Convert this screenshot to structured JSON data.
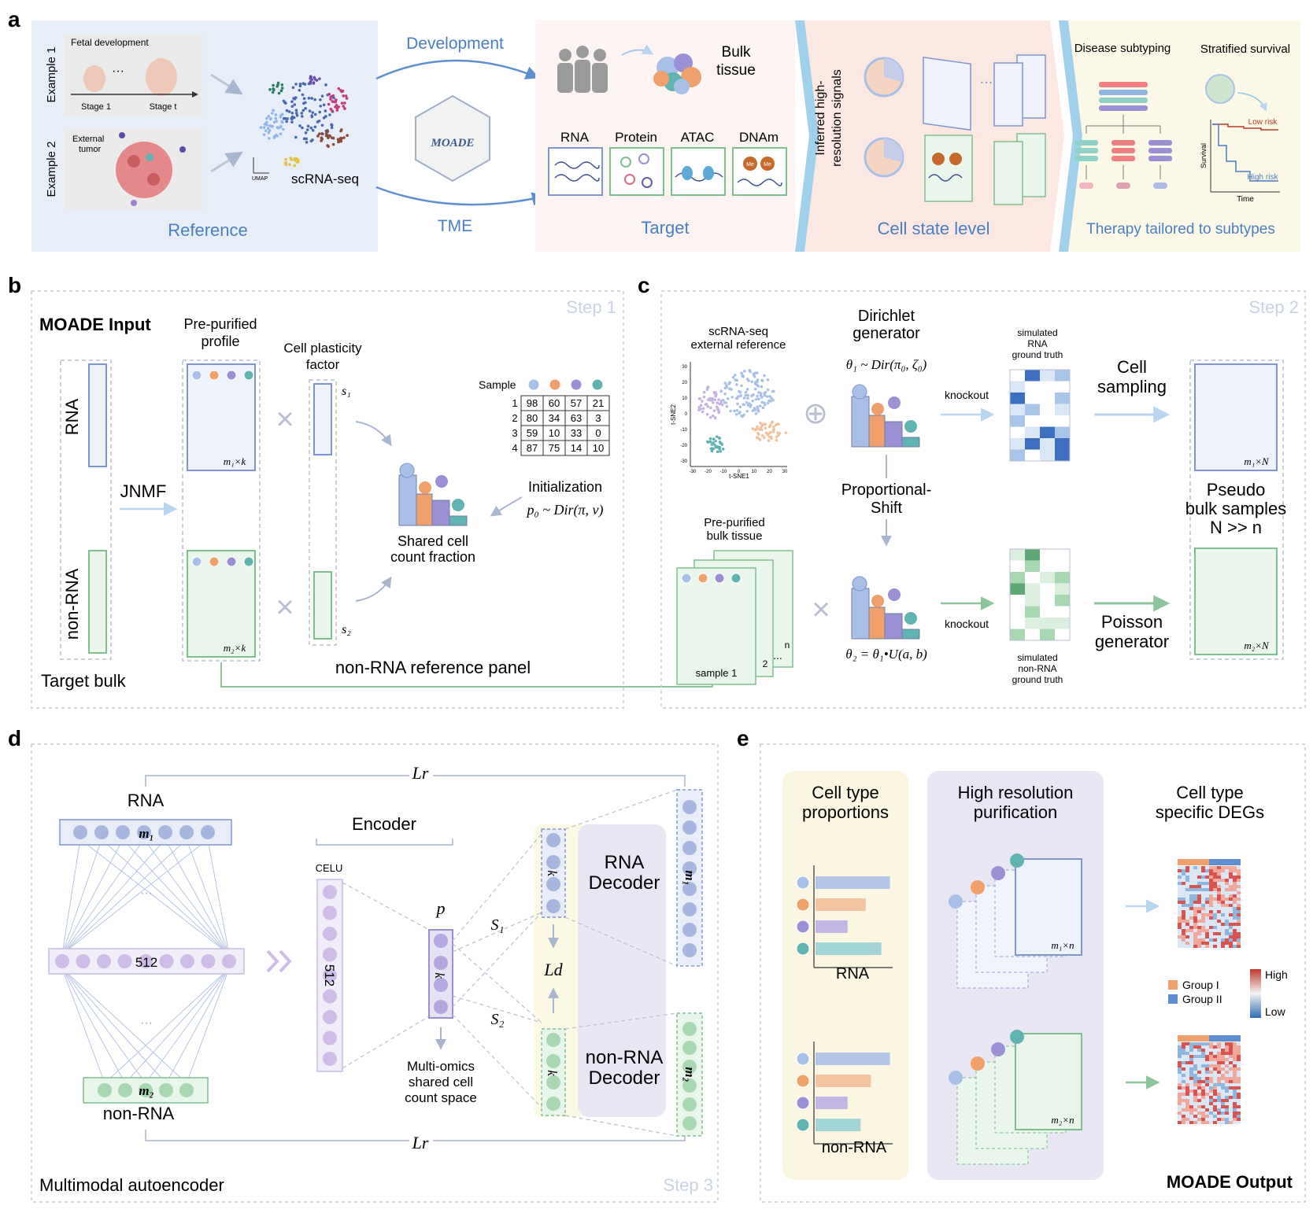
{
  "panels": {
    "a": {
      "letter": "a",
      "reference": {
        "example1": "Example 1",
        "example2": "Example 2",
        "fetal": "Fetal development",
        "dots": "···",
        "stage1": "Stage 1",
        "staget": "Stage t",
        "tumor_l1": "External",
        "tumor_l2": "tumor",
        "umap": "UMAP",
        "scrna": "scRNA-seq",
        "label": "Reference"
      },
      "development": "Development",
      "tme": "TME",
      "moade_logo": "MOADE",
      "target": {
        "bulk_l1": "Bulk",
        "bulk_l2": "tissue",
        "omics": [
          "RNA",
          "Protein",
          "ATAC",
          "DNAm"
        ],
        "label": "Target"
      },
      "cellstate": {
        "inferred_l1": "Inferred high-",
        "inferred_l2": "resolution signals",
        "label": "Cell state level",
        "me": "Me"
      },
      "therapy": {
        "subtyping": "Disease subtyping",
        "survival": "Stratified survival",
        "low_risk": "Low risk",
        "high_risk": "High risk",
        "ylab": "Survival",
        "xlab": "Time",
        "label": "Therapy tailored to subtypes"
      }
    },
    "b": {
      "letter": "b",
      "step": "Step 1",
      "input_title": "MOADE Input",
      "prepurified_l1": "Pre-purified",
      "prepurified_l2": "profile",
      "plasticity_l1": "Cell plasticity",
      "plasticity_l2": "factor",
      "rna": "RNA",
      "non_rna": "non-RNA",
      "jnmf": "JNMF",
      "m1k": "m₁×k",
      "m2k": "m₂×k",
      "s1": "s₁",
      "s2": "s₂",
      "times": "×",
      "sample_header": "Sample",
      "sample_table": [
        [
          "1",
          "98",
          "60",
          "57",
          "21"
        ],
        [
          "2",
          "80",
          "34",
          "63",
          "3"
        ],
        [
          "3",
          "59",
          "10",
          "33",
          "0"
        ],
        [
          "4",
          "87",
          "75",
          "14",
          "10"
        ]
      ],
      "initialization": "Initialization",
      "init_formula": "p₀ ~ Dir(π, v)",
      "shared_l1": "Shared cell",
      "shared_l2": "count fraction",
      "target_bulk": "Target bulk",
      "panel_label": "non-RNA reference panel"
    },
    "c": {
      "letter": "c",
      "step": "Step 2",
      "scrna_l1": "scRNA-seq",
      "scrna_l2": "external reference",
      "tsne1": "t-SNE1",
      "tsne2": "t-SNE2",
      "dirichlet_l1": "Dirichlet",
      "dirichlet_l2": "generator",
      "theta1": "θ₁ ~ Dir(π₀, ζ₀)",
      "oplus": "⊕",
      "knockout": "knockout",
      "sim_rna_l1": "simulated",
      "sim_rna_l2": "RNA",
      "sim_rna_l3": "ground truth",
      "cell_l1": "Cell",
      "cell_l2": "sampling",
      "m1n": "m₁×N",
      "m2n": "m₂×N",
      "pseudo_l1": "Pseudo",
      "pseudo_l2": "bulk samples",
      "pseudo_l3": "N >> n",
      "shift_l1": "Proportional-",
      "shift_l2": "Shift",
      "prepure_l1": "Pre-purified",
      "prepure_l2": "bulk tissue",
      "sample1": "sample 1",
      "sample2": "2",
      "samplen": "n",
      "ellipsis": "...",
      "theta2": "θ₂ = θ₁•U(a, b)",
      "sim_non_l1": "simulated",
      "sim_non_l2": "non-RNA",
      "sim_non_l3": "ground truth",
      "poisson_l1": "Poisson",
      "poisson_l2": "generator",
      "times": "×"
    },
    "d": {
      "letter": "d",
      "step": "Step 3",
      "lr": "Lr",
      "rna": "RNA",
      "m1": "m₁",
      "n512": "512",
      "m2": "m₂",
      "non_rna": "non-RNA",
      "encoder": "Encoder",
      "celu": "CELU",
      "p": "p",
      "k": "k",
      "s1": "S₁",
      "s2": "S₂",
      "ld": "Ld",
      "rna_dec_l1": "RNA",
      "rna_dec_l2": "Decoder",
      "non_dec_l1": "non-RNA",
      "non_dec_l2": "Decoder",
      "multi_l1": "Multi-omics",
      "multi_l2": "shared cell",
      "multi_l3": "count space",
      "title": "Multimodal autoencoder"
    },
    "e": {
      "letter": "e",
      "prop_l1": "Cell type",
      "prop_l2": "proportions",
      "purif_l1": "High resolution",
      "purif_l2": "purification",
      "deg_l1": "Cell type",
      "deg_l2": "specific DEGs",
      "rna": "RNA",
      "non_rna": "non-RNA",
      "m1n": "m₁×n",
      "m2n": "m₂×n",
      "group1": "Group I",
      "group2": "Group II",
      "high": "High",
      "low": "Low",
      "output": "MOADE Output",
      "rna_bars": [
        0.86,
        0.58,
        0.37,
        0.76
      ],
      "non_bars": [
        0.86,
        0.64,
        0.37,
        0.52
      ]
    }
  },
  "colors": {
    "blue_title": "#4a7ec2",
    "cell_blue": "#a8c0e8",
    "cell_orange": "#f0a06a",
    "cell_purple": "#9b8fd6",
    "cell_teal": "#5fb3b0",
    "rna_blue": "#7f95cf",
    "green": "#7fbf8e"
  }
}
